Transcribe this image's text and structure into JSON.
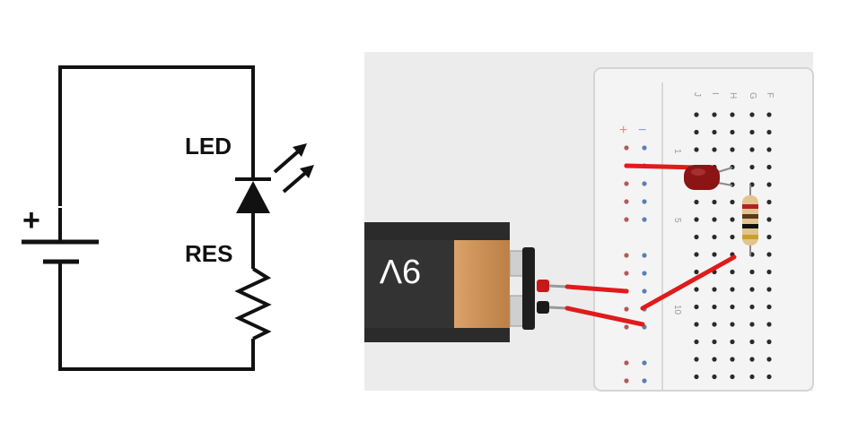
{
  "schematic": {
    "led_label": "LED",
    "res_label": "RES",
    "plus_symbol": "+"
  },
  "breadboard": {
    "rail_plus": "+",
    "rail_minus": "−",
    "column_letters": [
      "J",
      "I",
      "H",
      "G",
      "F"
    ],
    "row_numbers": [
      "1",
      "5",
      "10"
    ]
  },
  "battery": {
    "voltage_label": "9V",
    "top_color": "#2b2b2b",
    "band_color": "#d08b4a"
  },
  "colors": {
    "wire_red": "#e01b1b",
    "led_red": "#8b1414",
    "board_bg": "#f0f0f0",
    "hole": "#2a2a2a"
  }
}
